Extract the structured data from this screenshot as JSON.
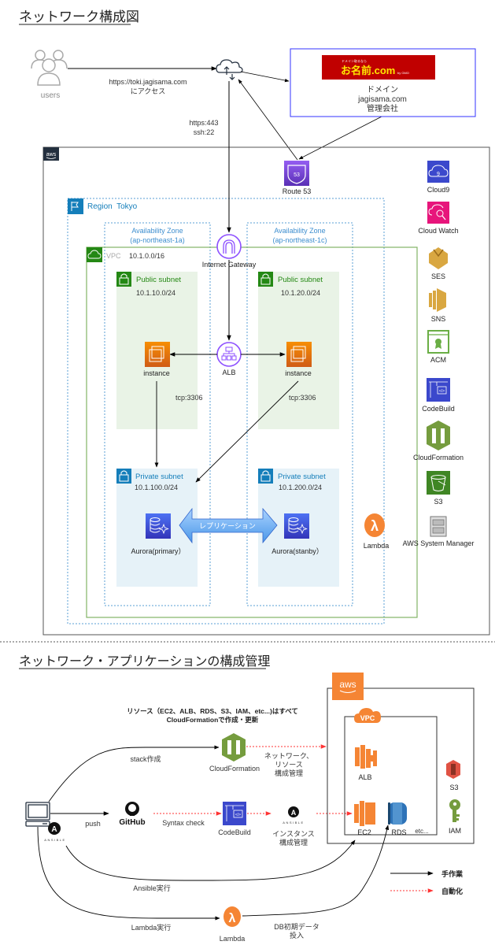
{
  "section1": {
    "title": "ネットワーク構成図",
    "users_label": "users",
    "access_label_line1": "https://toki.jagisama.com",
    "access_label_line2": "にアクセス",
    "ports_line1": "https:443",
    "ports_line2": "ssh:22",
    "registrar": {
      "logo_small": "ドメイン取るなら",
      "logo_main": "お名前.com",
      "logo_sub": "by GMO",
      "line1": "ドメイン",
      "line2": "jagisama.com",
      "line3": "管理会社"
    },
    "aws_badge": "aws",
    "route53_label": "Route 53",
    "region_label": "Region  Tokyo",
    "az1_line1": "Availability Zone",
    "az1_line2": "(ap-northeast-1a)",
    "az2_line1": "Availability Zone",
    "az2_line2": "(ap-northeast-1c)",
    "vpc_label": "VPC",
    "vpc_cidr": "10.1.0.0/16",
    "igw_label": "Internet Gateway",
    "public_subnet_label": "Public subnet",
    "public1_cidr": "10.1.10.0/24",
    "public2_cidr": "10.1.20.0/24",
    "instance_label": "instance",
    "alb_label": "ALB",
    "tcp_label": "tcp:3306",
    "private_subnet_label": "Private subnet",
    "private1_cidr": "10.1.100.0/24",
    "private2_cidr": "10.1.200.0/24",
    "replication_label": "レプリケーション",
    "aurora_primary": "Aurora(primary）",
    "aurora_standby": "Aurora(stanby）",
    "lambda_label": "Lambda",
    "services": [
      {
        "name": "Cloud9",
        "icon": "cloud9-icon",
        "color": "#3b48cc"
      },
      {
        "name": "Cloud Watch",
        "icon": "cloudwatch-icon",
        "color": "#e7157b"
      },
      {
        "name": "SES",
        "icon": "ses-icon",
        "color": "#d9a741"
      },
      {
        "name": "SNS",
        "icon": "sns-icon",
        "color": "#d9a741"
      },
      {
        "name": "ACM",
        "icon": "acm-icon",
        "color": "#6aae45"
      },
      {
        "name": "CodeBuild",
        "icon": "codebuild-icon",
        "color": "#3b48cc"
      },
      {
        "name": "CloudFormation",
        "icon": "cloudformation-icon",
        "color": "#759c3e"
      },
      {
        "name": "S3",
        "icon": "s3-icon",
        "color": "#3f8624"
      },
      {
        "name": "AWS System Manager",
        "icon": "system-manager-icon",
        "color": "#9a9a9a"
      }
    ]
  },
  "section2": {
    "title": "ネットワーク・アプリケーションの構成管理",
    "note_line1": "リソース（EC2、ALB、RDS、S3、IAM、etc...)はすべて",
    "note_line2": "CloudFormationで作成・更新",
    "stack_label": "stack作成",
    "cloudformation_label": "CloudFormation",
    "network_mgmt_line1": "ネットワーク、",
    "network_mgmt_line2": "リソース",
    "network_mgmt_line3": "構成管理",
    "push_label": "push",
    "github_label": "GitHub",
    "syntax_label": "Syntax check",
    "codebuild_label": "CodeBuild",
    "ansible_logo": "ANSIBLE",
    "instance_mgmt_line1": "インスタンス",
    "instance_mgmt_line2": "構成管理",
    "ansible_run_label": "Ansible実行",
    "lambda_run_label": "Lambda実行",
    "lambda_label": "Lambda",
    "db_init_line1": "DB初期データ",
    "db_init_line2": "投入",
    "aws_badge": "aws",
    "vpc_badge": "VPC",
    "alb_label": "ALB",
    "ec2_label": "EC2",
    "rds_label": "RDS",
    "etc_label": "etc...",
    "s3_label": "S3",
    "iam_label": "IAM",
    "legend": {
      "manual": "手作業",
      "auto": "自動化"
    }
  },
  "colors": {
    "aws_dark": "#232f3e",
    "region_blue": "#5a9fd4",
    "vpc_green": "#82b366",
    "public_bg": "#e9f3e6",
    "public_green": "#248814",
    "private_bg": "#e6f2f8",
    "private_blue": "#147eba",
    "alb_purple": "#8c4fff",
    "ec2_orange": "#ec7211",
    "aurora_blue": "#3b48cc",
    "auto_red": "#ff3333",
    "aws_orange": "#f58534",
    "registrar_red": "#c00000"
  }
}
